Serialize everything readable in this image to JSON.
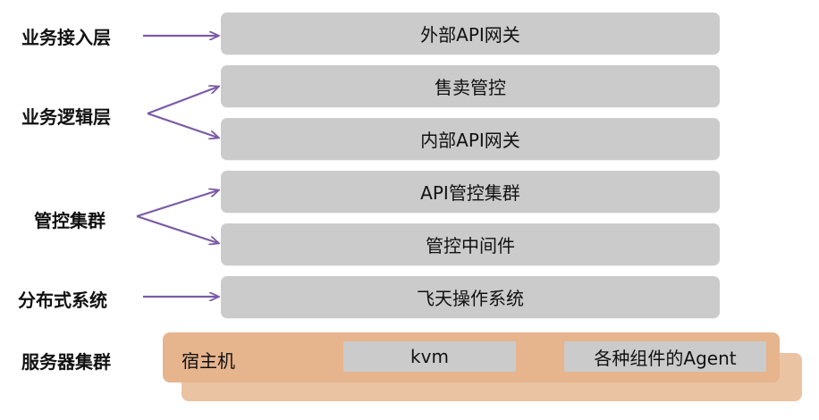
{
  "labels": {
    "access": "业务接入层",
    "logic": "业务逻辑层",
    "control": "管控集群",
    "distributed": "分布式系统",
    "server": "服务器集群"
  },
  "bars": {
    "external_api": "外部API网关",
    "sales_control": "售卖管控",
    "internal_api": "内部API网关",
    "api_control_cluster": "API管控集群",
    "control_middleware": "管控中间件",
    "feitian": "飞天操作系统"
  },
  "server": {
    "host": "宿主机",
    "kvm": "kvm",
    "agents": "各种组件的Agent"
  },
  "colors": {
    "bar": "#cbcbcb",
    "arrow": "#7a5aa6",
    "server": "#e6b48d"
  }
}
